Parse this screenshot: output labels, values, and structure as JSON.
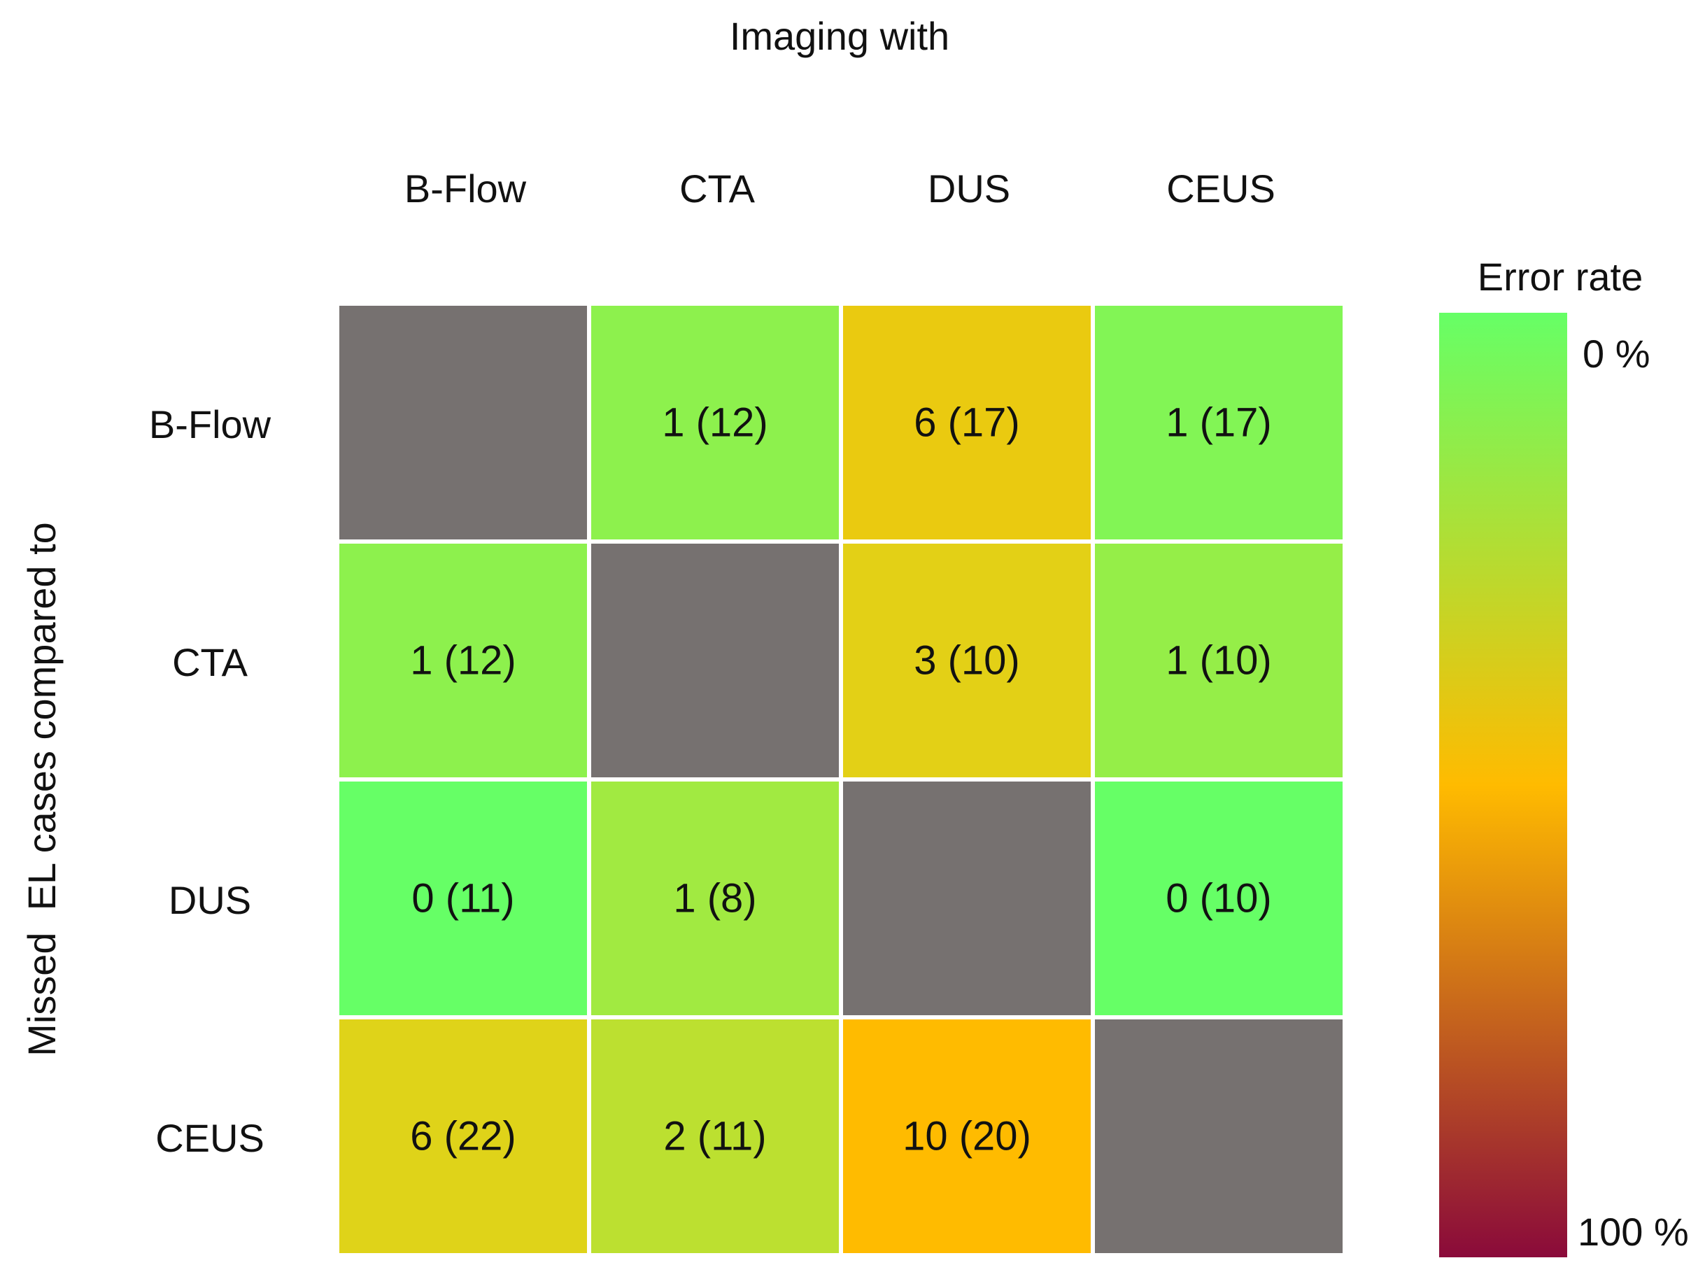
{
  "chart_data": {
    "type": "heatmap",
    "xlabel": "Imaging with",
    "ylabel": "Missed  EL cases compared to",
    "columns": [
      "B-Flow",
      "CTA",
      "DUS",
      "CEUS"
    ],
    "rows": [
      "B-Flow",
      "CTA",
      "DUS",
      "CEUS"
    ],
    "cells": [
      [
        null,
        "1 (12)",
        "6 (17)",
        "1 (17)"
      ],
      [
        "1 (12)",
        null,
        "3 (10)",
        "1 (10)"
      ],
      [
        "0 (11)",
        "1 (8)",
        null,
        "0 (10)"
      ],
      [
        "6 (22)",
        "2 (11)",
        "10 (20)",
        null
      ]
    ],
    "error_rates": [
      [
        null,
        0.083,
        0.353,
        0.059
      ],
      [
        0.083,
        null,
        0.3,
        0.1
      ],
      [
        0.0,
        0.125,
        null,
        0.0
      ],
      [
        0.273,
        0.182,
        0.5,
        null
      ]
    ],
    "diagonal_color": "#767170",
    "colorbar": {
      "title": "Error rate",
      "min_label": "0 %",
      "max_label": "100 %",
      "range": [
        0,
        100
      ],
      "colors": [
        "#66ff66",
        "#dcd51c",
        "#ffbb00",
        "#cc6c1a",
        "#8a0a3a"
      ]
    }
  }
}
